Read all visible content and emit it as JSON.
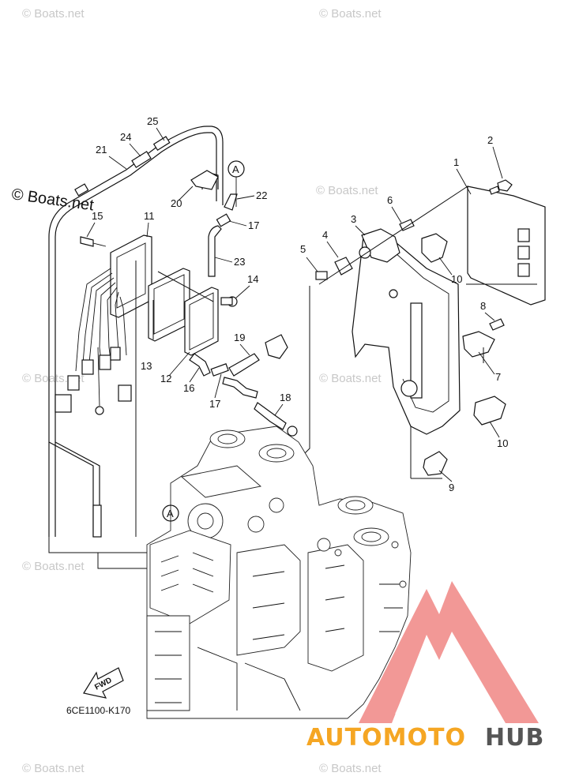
{
  "diagram": {
    "watermark": "© Boats.net",
    "figure_code": "6CE1100-K170",
    "fwd_label": "FWD",
    "ref_label": "A",
    "brand": {
      "part1": "AUTOMOTO",
      "part2": "HUB"
    },
    "colors": {
      "brand_orange": "#f5a623",
      "brand_gray": "#555555",
      "logo_red": "#e8433f"
    },
    "callouts": [
      "1",
      "2",
      "3",
      "4",
      "5",
      "6",
      "7",
      "8",
      "9",
      "10",
      "10",
      "11",
      "12",
      "13",
      "14",
      "15",
      "16",
      "17",
      "17",
      "18",
      "19",
      "20",
      "21",
      "22",
      "23",
      "24",
      "25"
    ]
  }
}
